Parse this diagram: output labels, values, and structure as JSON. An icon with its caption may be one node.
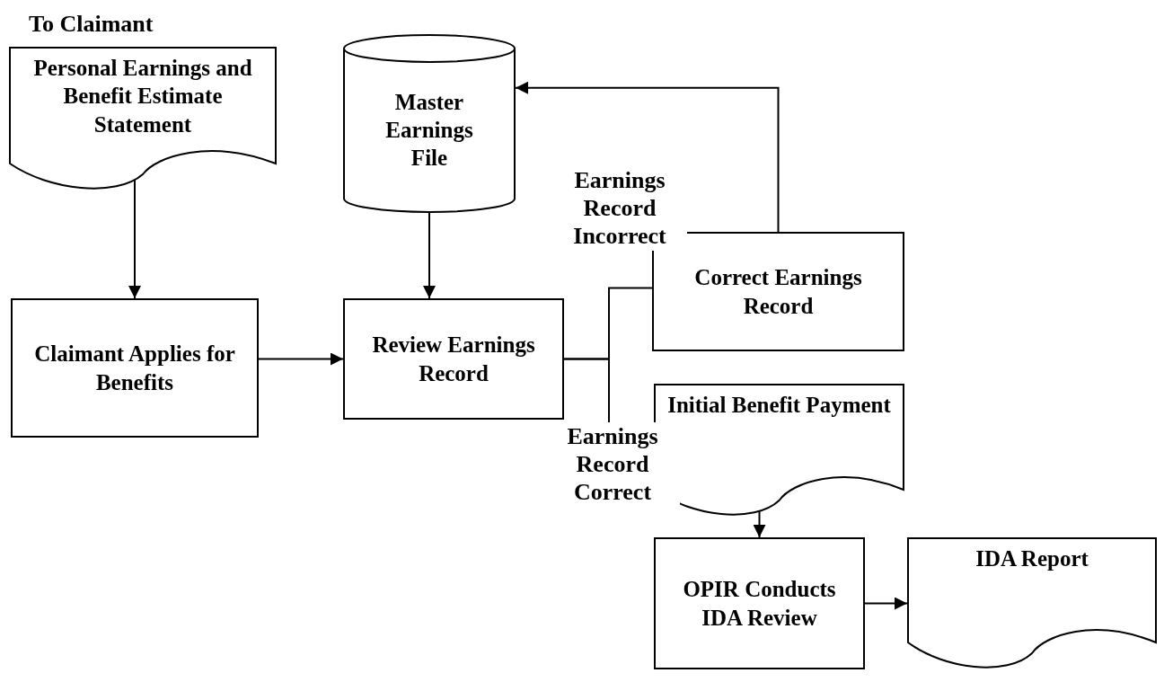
{
  "diagram": {
    "nodes": [
      {
        "text": [
          "Personal Earnings and Benefit Estimate Statement"
        ],
        "beside": [
          "To Claimant"
        ]
      },
      {
        "text": [
          "Claimant Applies for Benefits"
        ]
      },
      {
        "text": [
          "Master Earnings File"
        ]
      },
      {
        "text": [
          "Review Earnings Record"
        ]
      },
      {
        "text": [
          "Correct Earnings Record"
        ]
      },
      {
        "text": [
          "Initial Benefit Payment"
        ]
      },
      {
        "text": [
          "OPIR Conducts IDA Review"
        ]
      },
      {
        "text": [
          "IDA Report"
        ]
      }
    ],
    "edges": [
      {
        "from": 0,
        "to": 1,
        "arrow": "to"
      },
      {
        "from": 1,
        "to": 3,
        "arrow": "to"
      },
      {
        "from": 2,
        "to": 3,
        "arrow": "to"
      },
      {
        "from": 3,
        "to": 4,
        "arrow": "none",
        "label": "Earnings Record Incorrect"
      },
      {
        "from": 3,
        "to": 5,
        "arrow": "to",
        "label": "Earnings Record Correct"
      },
      {
        "from": 4,
        "to": 2,
        "arrow": "to"
      },
      {
        "from": 5,
        "to": 6,
        "arrow": "to"
      },
      {
        "from": 6,
        "to": 7,
        "arrow": "to"
      }
    ]
  }
}
